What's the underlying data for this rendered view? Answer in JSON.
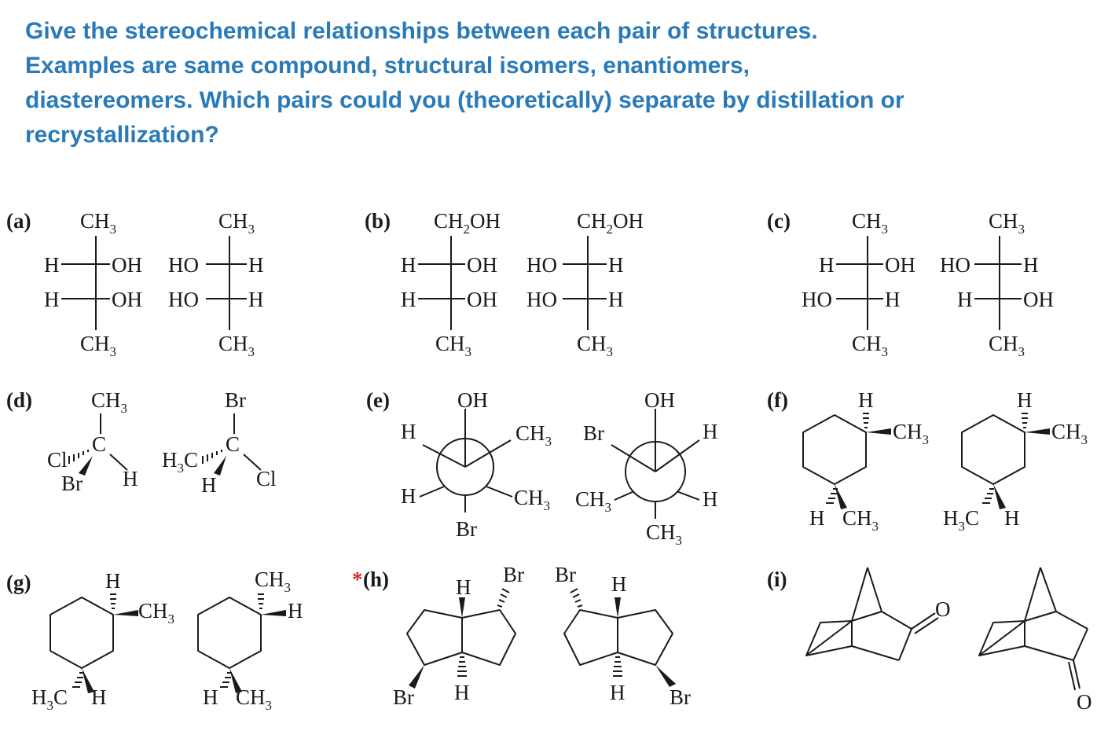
{
  "question": {
    "lines": [
      "Give the stereochemical relationships between each pair of structures.",
      "Examples are same compound, structural isomers, enantiomers,",
      "diastereomers. Which pairs could you (theoretically) separate by distillation or",
      "recrystallization?"
    ]
  },
  "labels": {
    "a": "(a)",
    "b": "(b)",
    "c": "(c)",
    "d": "(d)",
    "e": "(e)",
    "f": "(f)",
    "g": "(g)",
    "h_star": "*",
    "h": "(h)",
    "i": "(i)"
  },
  "atoms": {
    "H": "H",
    "OH": "OH",
    "HO": "HO",
    "Br": "Br",
    "Cl": "Cl",
    "C": "C",
    "O": "O",
    "CH": "CH",
    "CH2OH_a": "CH",
    "CH2OH_b": "OH",
    "H3C": "H",
    "C_of_H3C": "C",
    "sub2": "2",
    "sub3": "3"
  },
  "colors": {
    "question_text": "#2a7ab8",
    "ink": "#1a1a1a",
    "asterisk": "#d0282e"
  }
}
